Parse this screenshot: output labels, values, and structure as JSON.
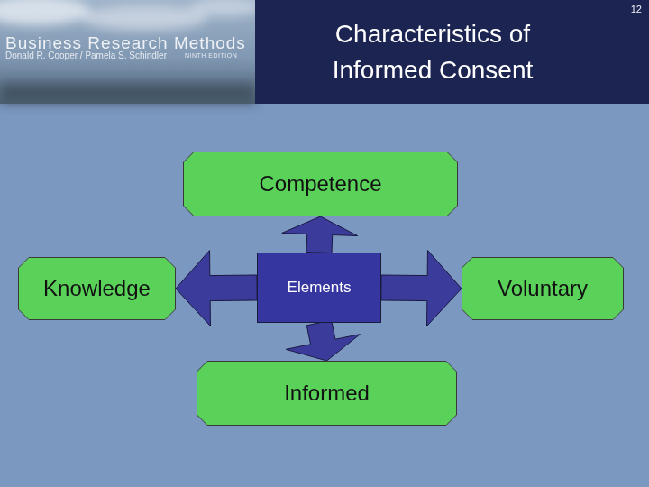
{
  "diagram": {
    "title": "Characteristics of Informed Consent",
    "nodes": [
      {
        "text": [
          "Competence"
        ]
      },
      {
        "text": [
          "Knowledge"
        ]
      },
      {
        "text": [
          "Elements"
        ]
      },
      {
        "text": [
          "Voluntary"
        ]
      },
      {
        "text": [
          "Informed"
        ]
      }
    ],
    "edges": [
      {
        "from": 2,
        "to": 0,
        "arrow": "to"
      },
      {
        "from": 2,
        "to": 1,
        "arrow": "to"
      },
      {
        "from": 2,
        "to": 3,
        "arrow": "to"
      },
      {
        "from": 2,
        "to": 4,
        "arrow": "to"
      }
    ],
    "labels": [
      "12",
      "Business Research Methods",
      "Donald R. Cooper / Pamela S. Schindler",
      "NINTH EDITION"
    ]
  }
}
